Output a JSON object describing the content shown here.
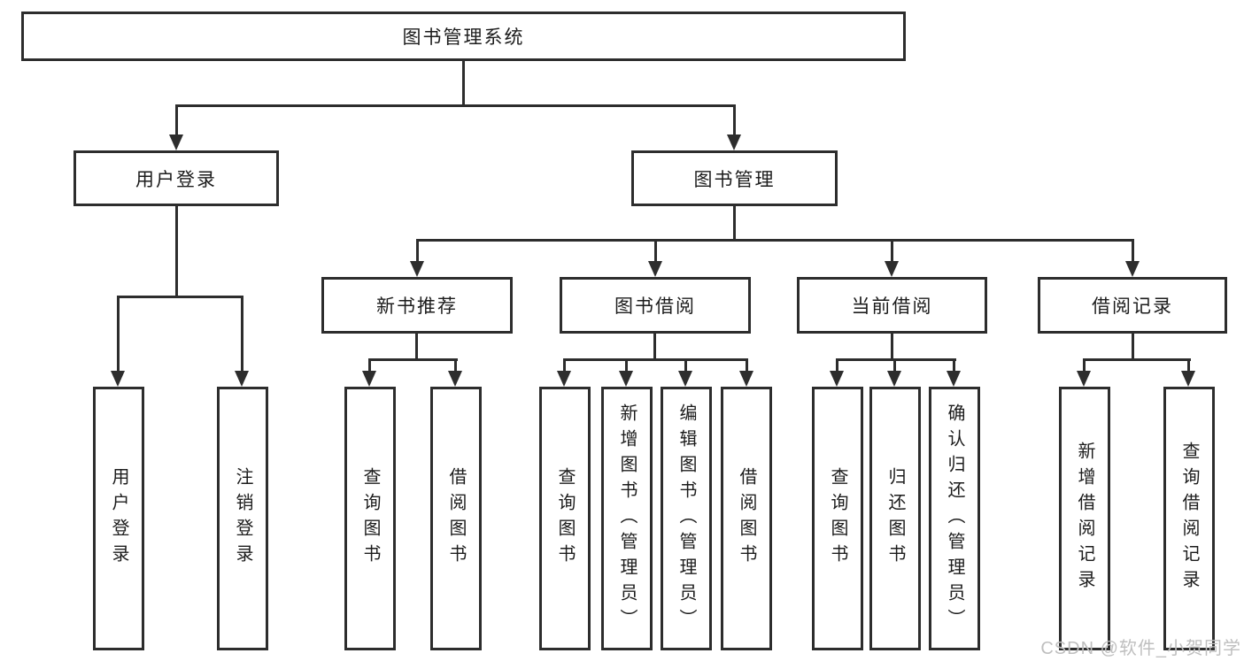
{
  "diagram": {
    "nodes": {
      "root": {
        "label": "图书管理系统"
      },
      "user_login": {
        "label": "用户登录",
        "children": [
          {
            "label": "用户登录"
          },
          {
            "label": "注销登录"
          }
        ]
      },
      "book_management": {
        "label": "图书管理",
        "children": [
          {
            "label": "新书推荐",
            "children": [
              {
                "label": "查询图书"
              },
              {
                "label": "借阅图书"
              }
            ]
          },
          {
            "label": "图书借阅",
            "children": [
              {
                "label": "查询图书"
              },
              {
                "label": "新增图书（管理员）"
              },
              {
                "label": "编辑图书（管理员）"
              },
              {
                "label": "借阅图书"
              }
            ]
          },
          {
            "label": "当前借阅",
            "children": [
              {
                "label": "查询图书"
              },
              {
                "label": "归还图书"
              },
              {
                "label": "确认归还（管理员）"
              }
            ]
          },
          {
            "label": "借阅记录",
            "children": [
              {
                "label": "新增借阅记录"
              },
              {
                "label": "查询借阅记录"
              }
            ]
          }
        ]
      }
    }
  },
  "watermark": {
    "text": "CSDN @软件_小贺同学"
  },
  "colors": {
    "line": "#2d2d2d",
    "text": "#1c1c1c",
    "watermark": "#bfbfbf",
    "background": "#ffffff"
  }
}
